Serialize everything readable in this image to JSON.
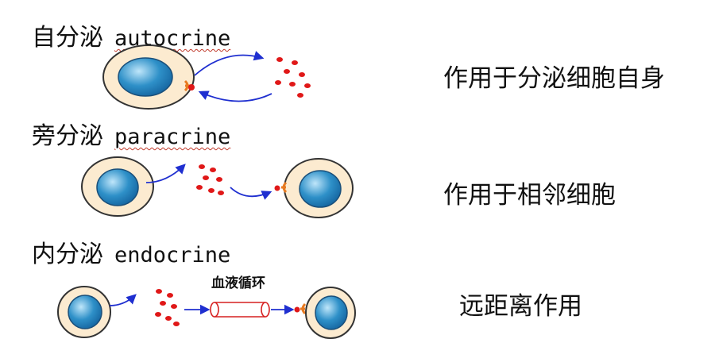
{
  "sections": [
    {
      "title_zh": "自分泌",
      "title_en": "autocrine",
      "description": "作用于分泌细胞自身"
    },
    {
      "title_zh": "旁分泌",
      "title_en": "paracrine",
      "description": "作用于相邻细胞"
    },
    {
      "title_zh": "内分泌",
      "title_en": "endocrine",
      "description": "远距离作用"
    }
  ],
  "tube_label": "血液循环",
  "colors": {
    "cell_fill": "#fcebd0",
    "cell_stroke": "#333333",
    "nucleus_fill": "#2e90c8",
    "nucleus_highlight": "#bfe6fa",
    "arrow": "#1f2fd0",
    "molecule": "#e01818",
    "receptor": "#e87a20",
    "tube_stroke": "#d62020"
  }
}
